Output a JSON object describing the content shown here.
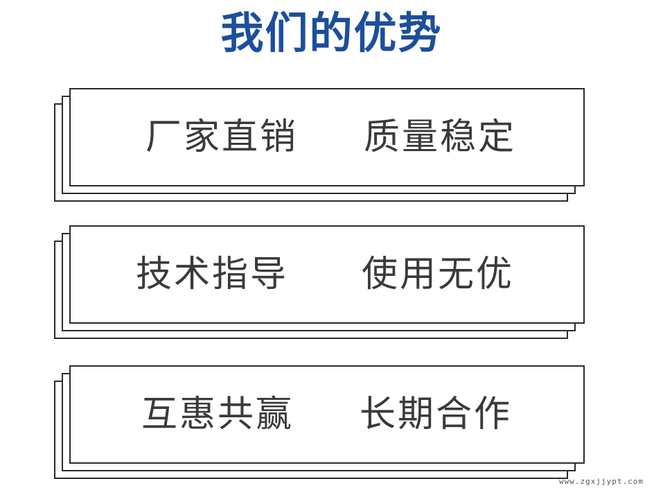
{
  "title": "我们的优势",
  "cards": [
    {
      "left": "厂家直销",
      "right": "质量稳定"
    },
    {
      "left": "技术指导",
      "right": "使用无优"
    },
    {
      "left": "互惠共赢",
      "right": "长期合作"
    }
  ],
  "watermark": "www.zgxjjypt.com",
  "colors": {
    "title": "#1c4f9c",
    "text": "#3a3a3a",
    "border": "#2a2a2a"
  }
}
